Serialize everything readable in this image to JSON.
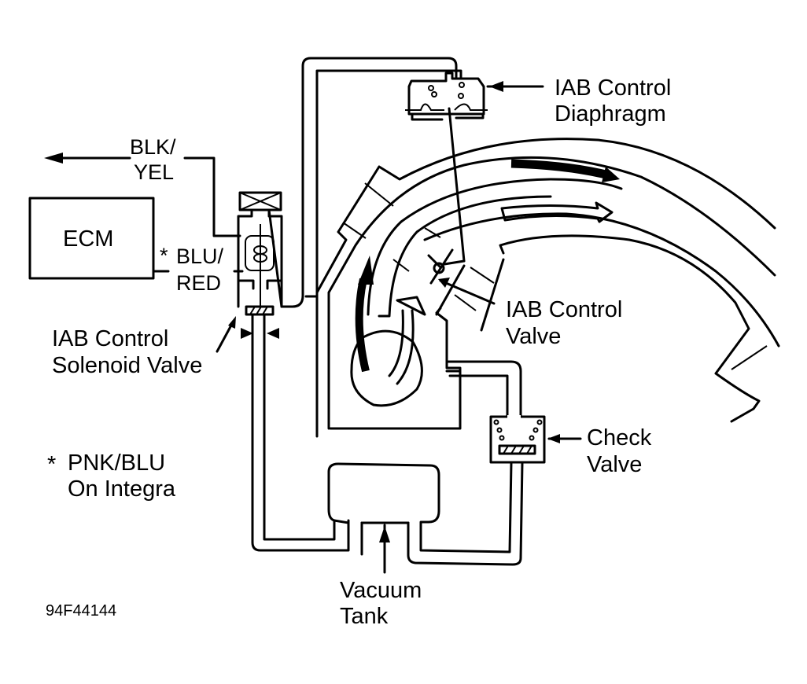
{
  "figure_id": "94F44144",
  "colors": {
    "line": "#000000",
    "background": "#ffffff"
  },
  "components": {
    "ecm": {
      "label": "ECM"
    },
    "solenoid_valve": {
      "label_line1": "IAB Control",
      "label_line2": "Solenoid Valve"
    },
    "diaphragm": {
      "label_line1": "IAB Control",
      "label_line2": "Diaphragm"
    },
    "control_valve": {
      "label_line1": "IAB Control",
      "label_line2": "Valve"
    },
    "check_valve": {
      "label_line1": "Check",
      "label_line2": "Valve"
    },
    "vacuum_tank": {
      "label_line1": "Vacuum",
      "label_line2": "Tank"
    }
  },
  "wires": {
    "upper": {
      "line1": "BLK/",
      "line2": "YEL"
    },
    "lower": {
      "asterisk": "*",
      "line1": "BLU/",
      "line2": "RED"
    }
  },
  "footnote": {
    "asterisk": "*",
    "line1": "PNK/BLU",
    "line2": "On Integra"
  }
}
